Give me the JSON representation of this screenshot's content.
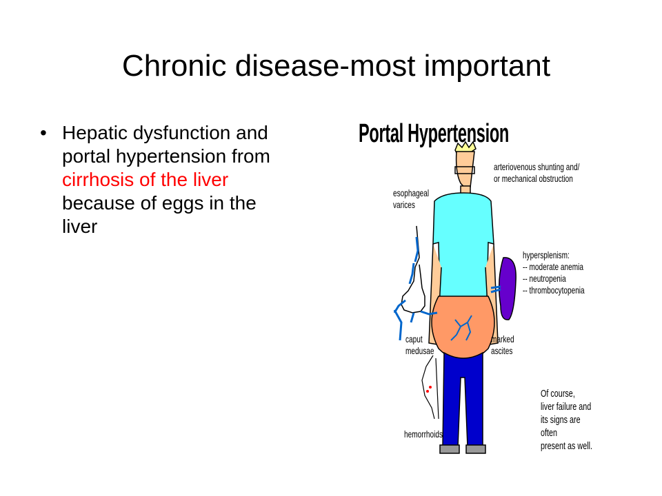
{
  "slide": {
    "title": "Chronic disease-most important",
    "bullet_symbol": "•",
    "bullet": {
      "part1": "Hepatic dysfunction and portal hypertension from ",
      "highlight": "cirrhosis of the liver",
      "part2": " because of eggs in the liver"
    },
    "highlight_color": "#ff0000"
  },
  "figure": {
    "title": "Portal Hypertension",
    "labels": {
      "shunting": "arteriovenous shunting and/\nor mechanical obstruction",
      "esophageal": "esophageal\nvarices",
      "hypersplenism": "hypersplenism:\n-- moderate anemia\n-- neutropenia\n-- thrombocytopenia",
      "caput": "caput\nmedusae",
      "ascites": "marked\nascites",
      "hemorrhoids": "hemorrhoids",
      "liver_failure": "Of course,\nliver failure and\nits signs are often\npresent as well."
    },
    "colors": {
      "shirt": "#66ffff",
      "skin": "#ffcc99",
      "belly": "#ff9966",
      "pants": "#0000cc",
      "spleen": "#6600cc",
      "veins": "#0066cc",
      "hair": "#ffff99",
      "hemorrhoid_dots": "#ff0000"
    }
  }
}
